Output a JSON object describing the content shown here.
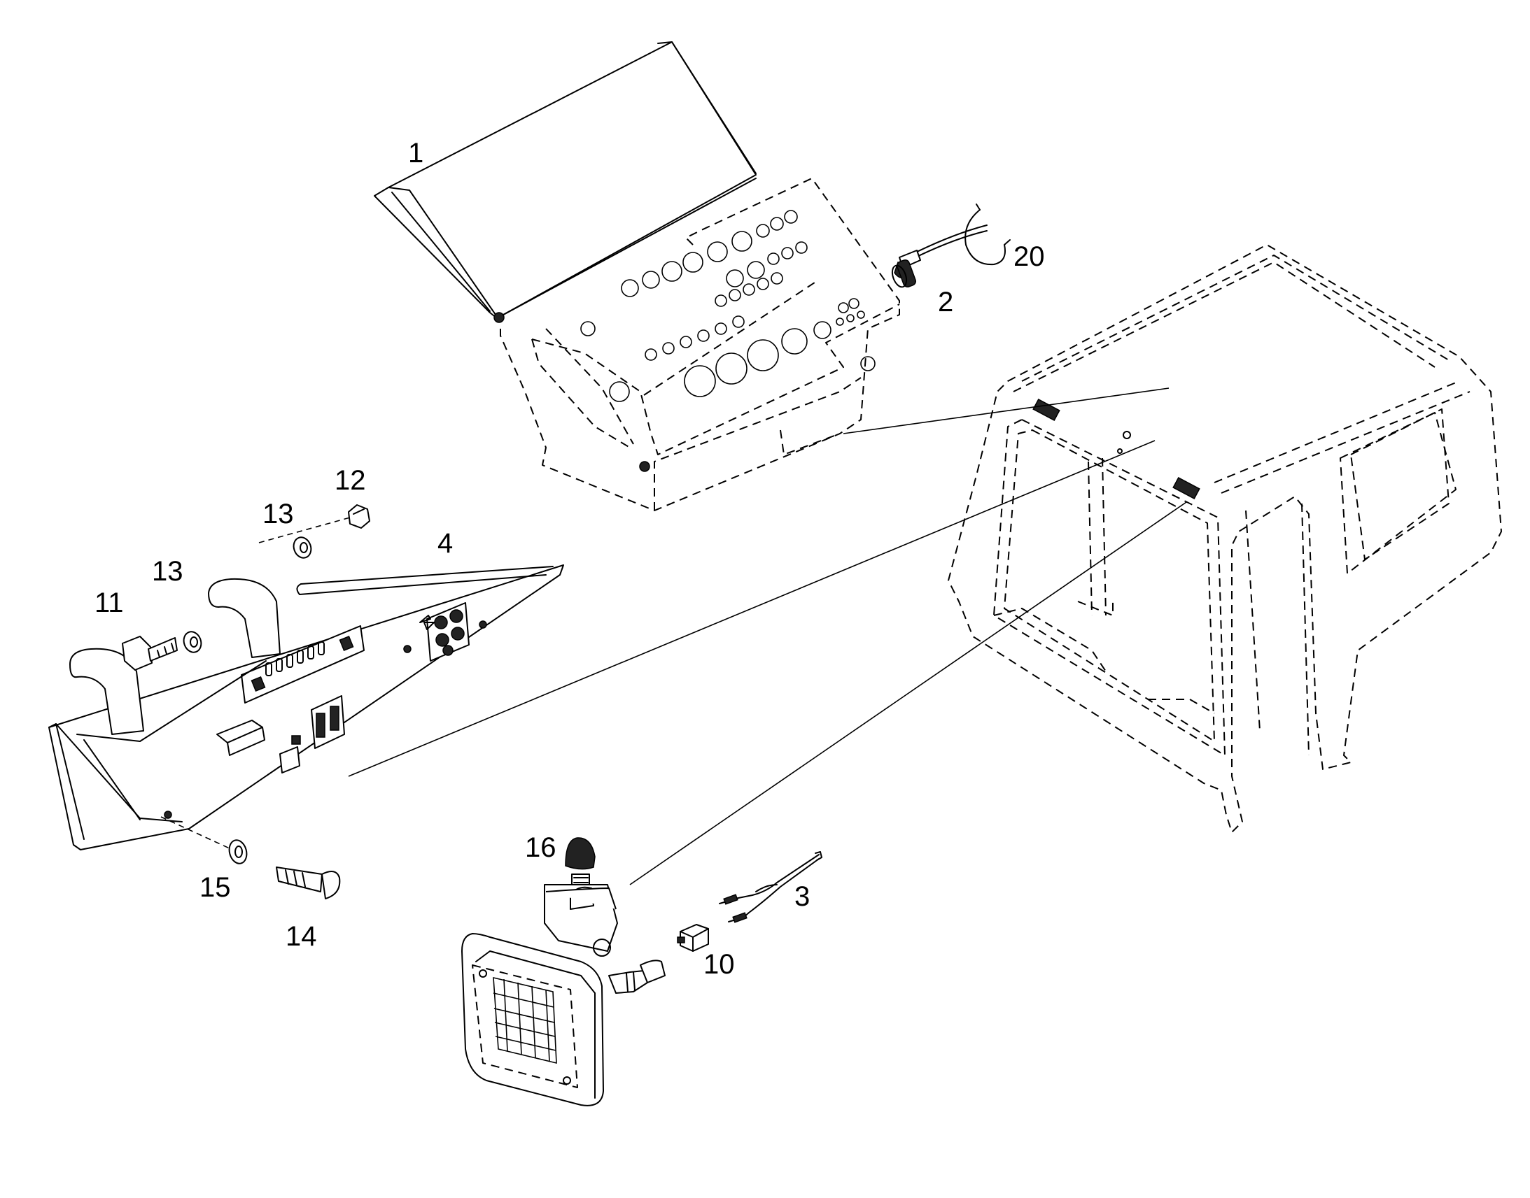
{
  "callouts": {
    "p1": "1",
    "p2": "2",
    "p3": "3",
    "p4": "4",
    "p10": "10",
    "p11": "11",
    "p12": "12",
    "p13a": "13",
    "p13b": "13",
    "p14": "14",
    "p15": "15",
    "p16": "16",
    "p20": "20"
  }
}
